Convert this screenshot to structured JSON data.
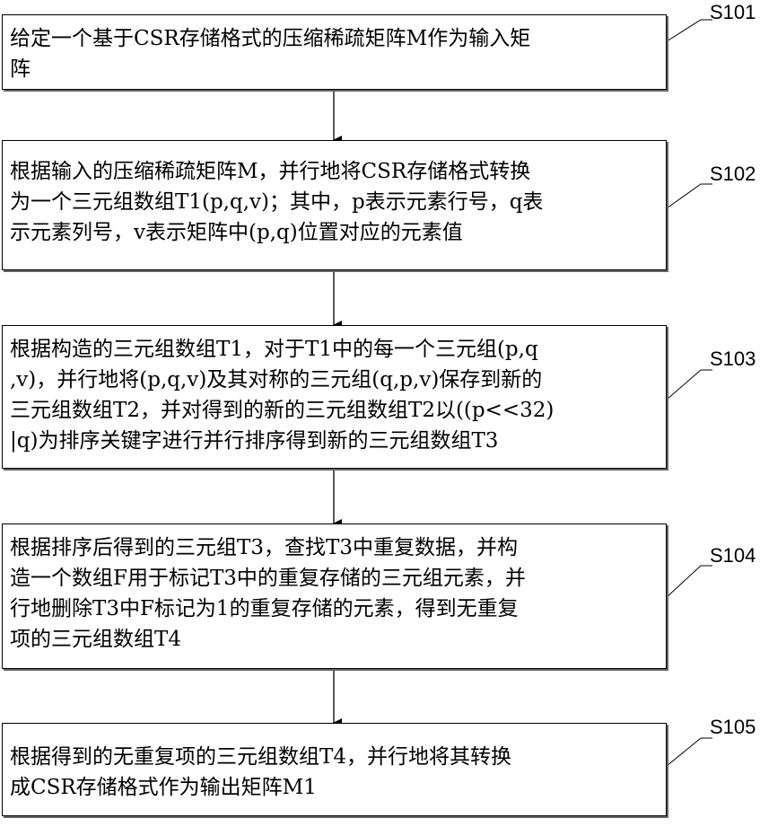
{
  "steps": [
    {
      "id": "S101",
      "text": "给定一个基于CSR存储格式的压缩稀疏矩阵M作为输入矩\n阵"
    },
    {
      "id": "S102",
      "text": "根据输入的压缩稀疏矩阵M，并行地将CSR存储格式转换\n为一个三元组数组T1(p,q,v)；其中，p表示元素行号，q表\n示元素列号，v表示矩阵中(p,q)位置对应的元素值"
    },
    {
      "id": "S103",
      "text": "根据构造的三元组数组T1，对于T1中的每一个三元组(p,q\n,v)，并行地将(p,q,v)及其对称的三元组(q,p,v)保存到新的\n三元组数组T2，并对得到的新的三元组数组T2以((p<<32)\n|q)为排序关键字进行并行排序得到新的三元组数组T3"
    },
    {
      "id": "S104",
      "text": "根据排序后得到的三元组T3，查找T3中重复数据，并构\n造一个数组F用于标记T3中的重复存储的三元组元素，并\n行地删除T3中F标记为1的重复存储的元素，得到无重复\n项的三元组数组T4"
    },
    {
      "id": "S105",
      "text": "根据得到的无重复项的三元组数组T4，并行地将其转换\n成CSR存储格式作为输出矩阵M1"
    }
  ]
}
